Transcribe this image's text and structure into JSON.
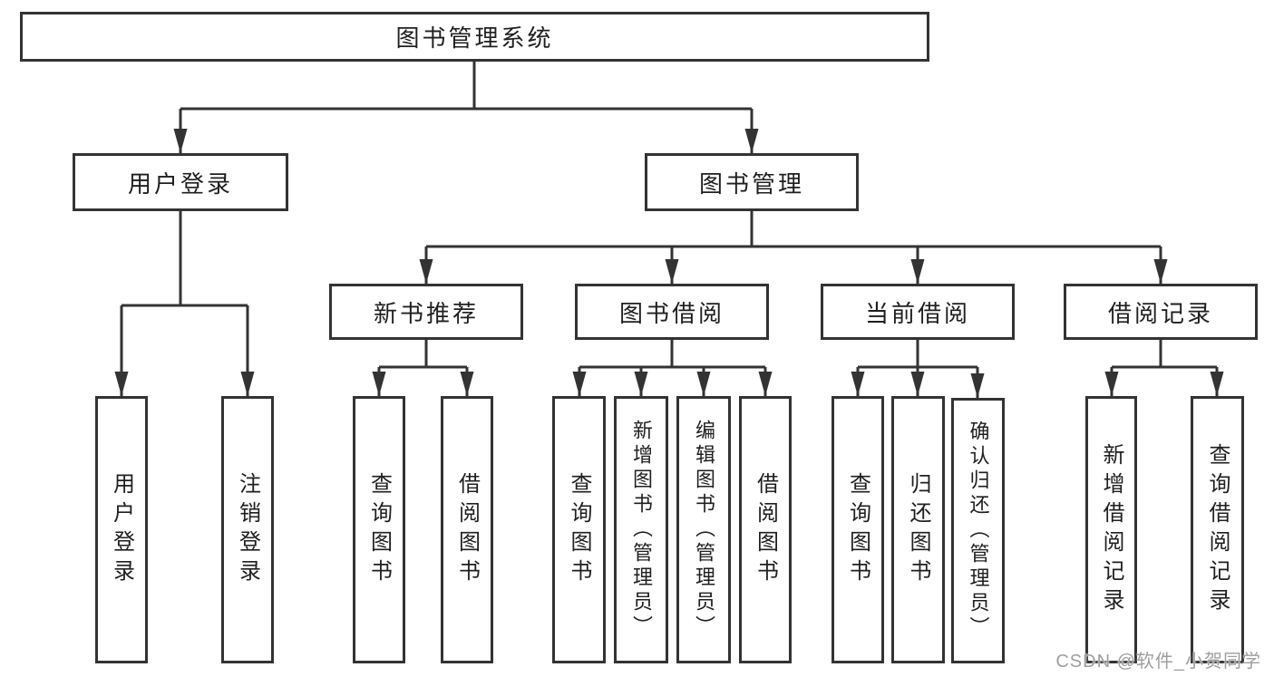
{
  "diagram": {
    "root": {
      "label": "图书管理系统",
      "children": [
        {
          "label": "用户登录",
          "children": [
            {
              "label": "用户登录"
            },
            {
              "label": "注销登录"
            }
          ]
        },
        {
          "label": "图书管理",
          "children": [
            {
              "label": "新书推荐",
              "children": [
                {
                  "label": "查询图书"
                },
                {
                  "label": "借阅图书"
                }
              ]
            },
            {
              "label": "图书借阅",
              "children": [
                {
                  "label": "查询图书"
                },
                {
                  "label": "新增图书（管理员）"
                },
                {
                  "label": "编辑图书（管理员）"
                },
                {
                  "label": "借阅图书"
                }
              ]
            },
            {
              "label": "当前借阅",
              "children": [
                {
                  "label": "查询图书"
                },
                {
                  "label": "归还图书"
                },
                {
                  "label": "确认归还（管理员）"
                }
              ]
            },
            {
              "label": "借阅记录",
              "children": [
                {
                  "label": "新增借阅记录"
                },
                {
                  "label": "查询借阅记录"
                }
              ]
            }
          ]
        }
      ]
    },
    "watermark": "CSDN @软件_小贺同学",
    "colors": {
      "line": "#333333",
      "text": "#1f1f1f",
      "watermark": "#9e9e9e",
      "background": "#ffffff"
    }
  }
}
